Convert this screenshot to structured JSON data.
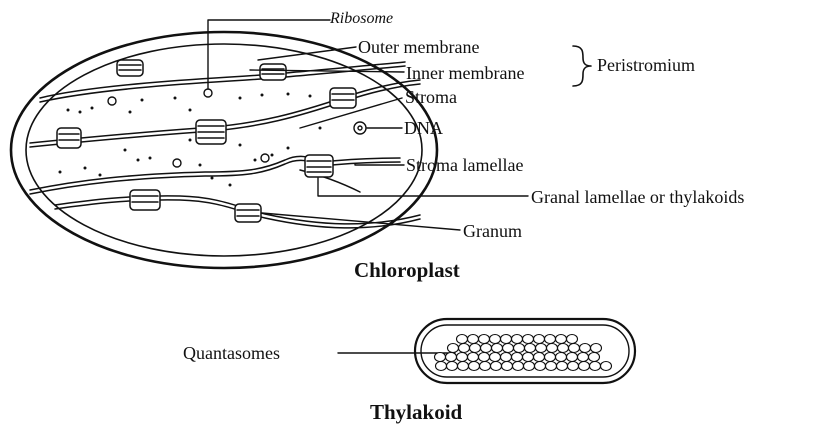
{
  "diagram": {
    "chloroplast": {
      "title": "Chloroplast",
      "labels": {
        "ribosome": "Ribosome",
        "outer_membrane": "Outer membrane",
        "inner_membrane": "Inner membrane",
        "peristromium": "Peristromium",
        "stroma": "Stroma",
        "dna": "DNA",
        "stroma_lamellae": "Stroma lamellae",
        "granal_lamellae": "Granal lamellae or thylakoids",
        "granum": "Granum"
      }
    },
    "thylakoid": {
      "title": "Thylakoid",
      "labels": {
        "quantasomes": "Quantasomes"
      }
    }
  }
}
